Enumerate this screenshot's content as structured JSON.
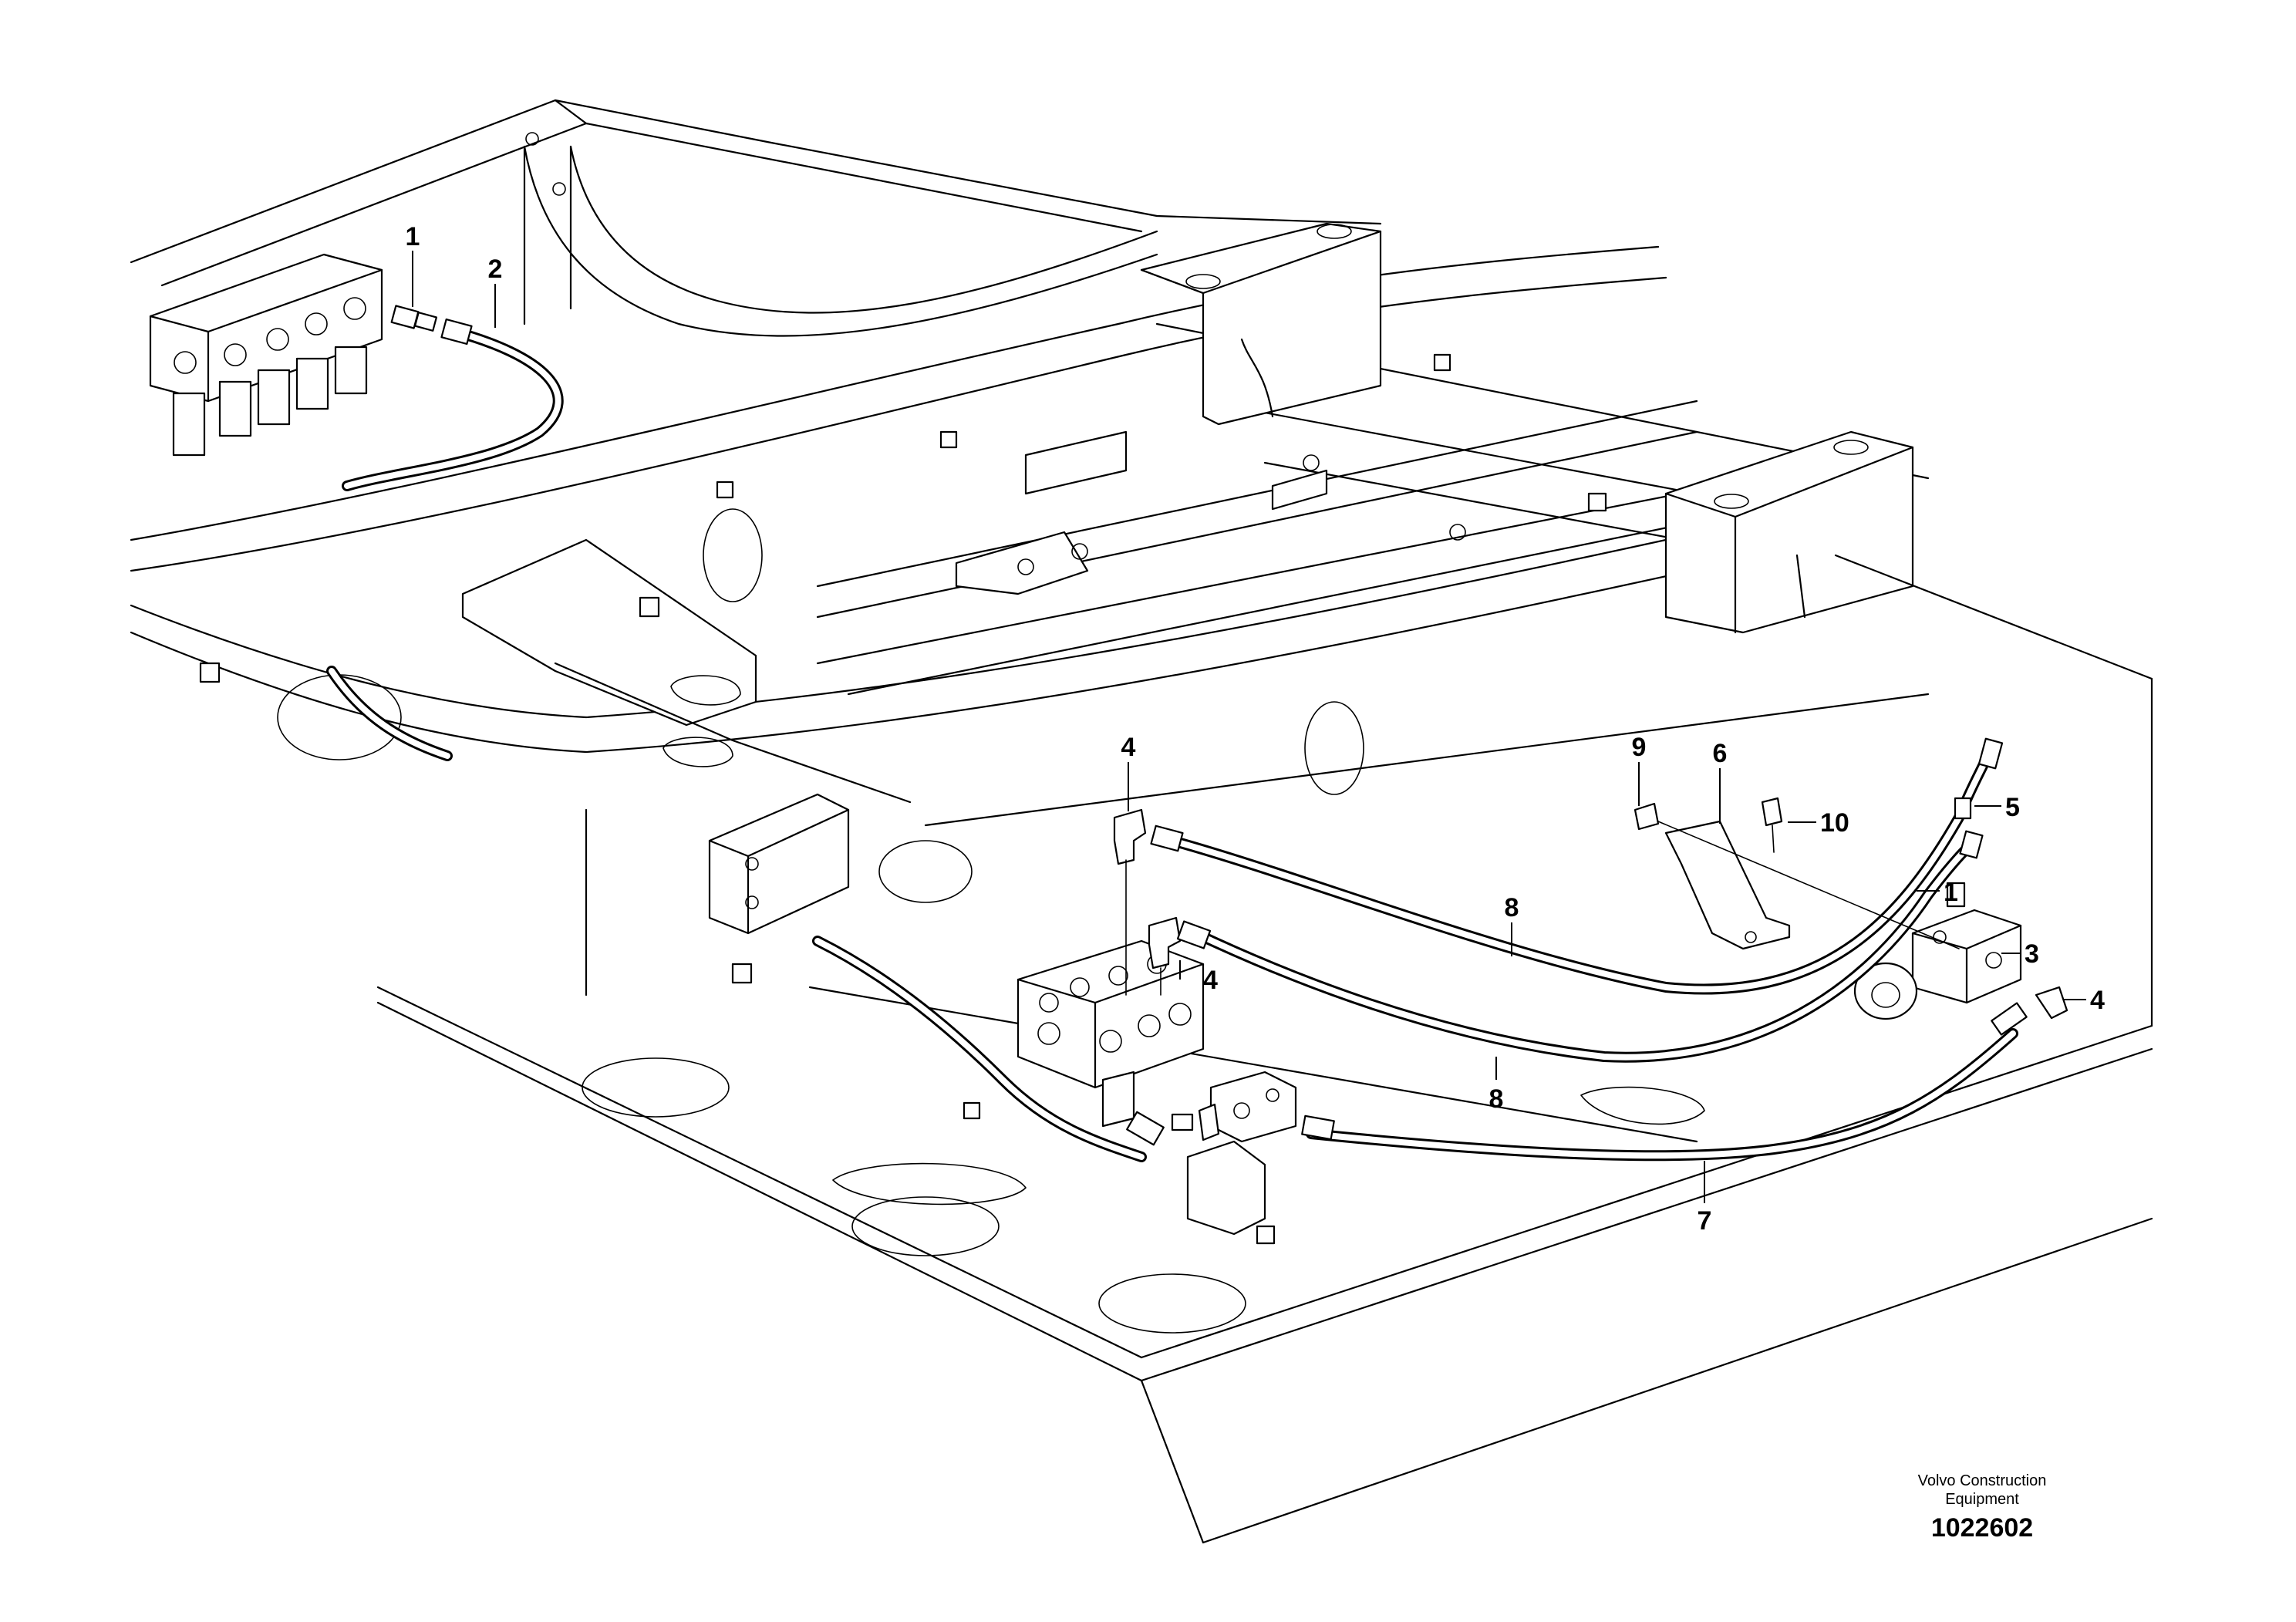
{
  "callouts": [
    {
      "id": "c1",
      "label": "1"
    },
    {
      "id": "c2",
      "label": "2"
    },
    {
      "id": "c4a",
      "label": "4"
    },
    {
      "id": "c9",
      "label": "9"
    },
    {
      "id": "c6",
      "label": "6"
    },
    {
      "id": "c10",
      "label": "10"
    },
    {
      "id": "c5",
      "label": "5"
    },
    {
      "id": "c1b",
      "label": "1"
    },
    {
      "id": "c3",
      "label": "3"
    },
    {
      "id": "c4b",
      "label": "4"
    },
    {
      "id": "c4c",
      "label": "4"
    },
    {
      "id": "c8a",
      "label": "8"
    },
    {
      "id": "c8b",
      "label": "8"
    },
    {
      "id": "c7",
      "label": "7"
    }
  ],
  "footer": {
    "brand_line1": "Volvo Construction",
    "brand_line2": "Equipment",
    "drawing_number": "1022602"
  }
}
